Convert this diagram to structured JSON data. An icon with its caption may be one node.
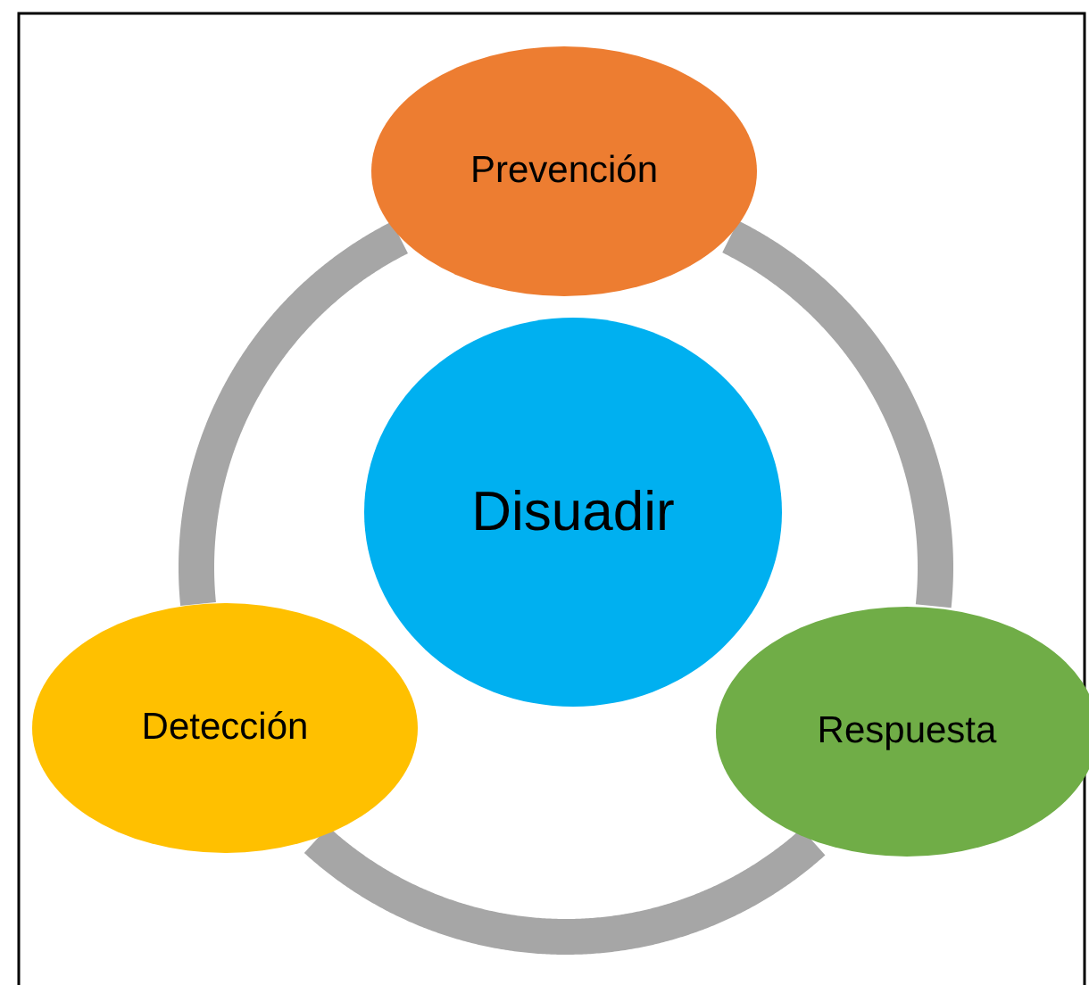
{
  "diagram": {
    "nodes": [
      {
        "text": [
          "Prevención"
        ]
      },
      {
        "text": [
          "Disuadir"
        ]
      },
      {
        "text": [
          "Detección"
        ]
      },
      {
        "text": [
          "Respuesta"
        ]
      }
    ],
    "edges": [
      {
        "from": 0,
        "to": 3,
        "arrow": "none"
      },
      {
        "from": 3,
        "to": 2,
        "arrow": "none"
      },
      {
        "from": 2,
        "to": 0,
        "arrow": "none"
      }
    ]
  }
}
